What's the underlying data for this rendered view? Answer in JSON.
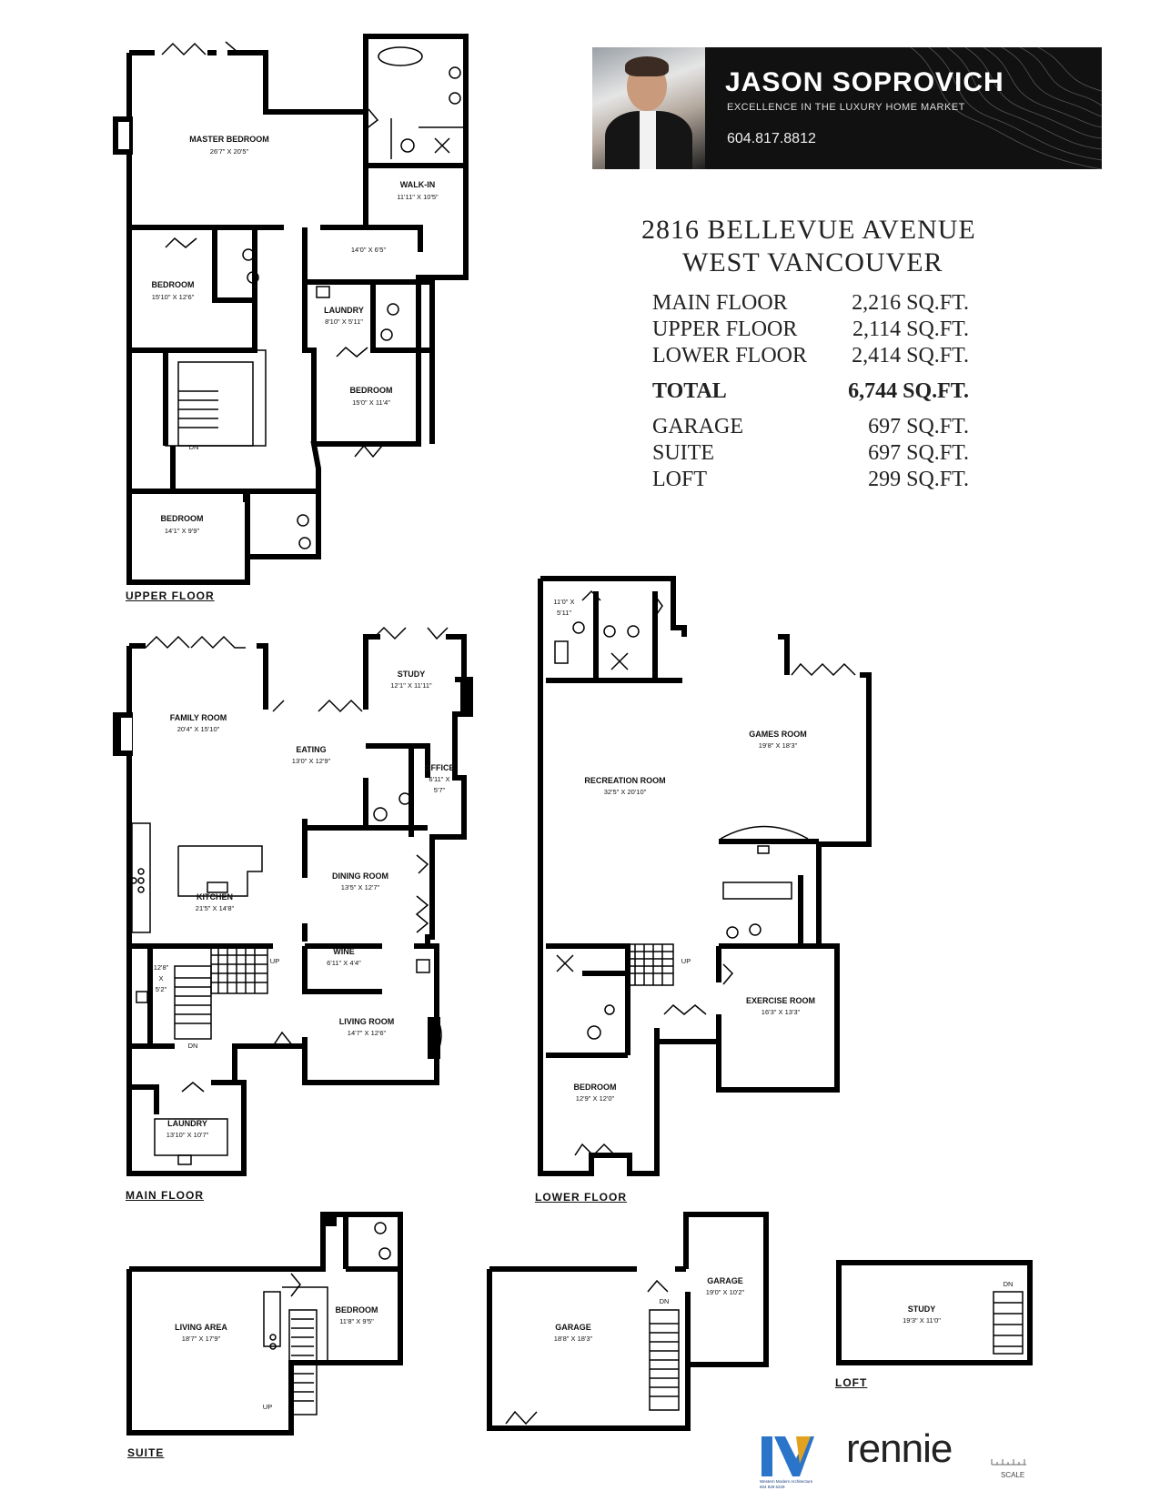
{
  "agent": {
    "name": "JASON SOPROVICH",
    "tagline": "EXCELLENCE IN THE LUXURY HOME MARKET",
    "phone": "604.817.8812"
  },
  "address": {
    "line1": "2816 BELLEVUE AVENUE",
    "line2": "WEST VANCOUVER"
  },
  "areas": [
    {
      "name": "MAIN FLOOR",
      "value": "2,216 SQ.FT."
    },
    {
      "name": "UPPER FLOOR",
      "value": "2,114 SQ.FT."
    },
    {
      "name": "LOWER FLOOR",
      "value": "2,414 SQ.FT."
    },
    {
      "name": "TOTAL",
      "value": "6,744 SQ.FT."
    },
    {
      "name": "GARAGE",
      "value": "697 SQ.FT."
    },
    {
      "name": "SUITE",
      "value": "697 SQ.FT."
    },
    {
      "name": "LOFT",
      "value": "299 SQ.FT."
    }
  ],
  "floor_labels": {
    "upper": "UPPER FLOOR",
    "main": "MAIN FLOOR",
    "lower": "LOWER FLOOR",
    "suite": "SUITE",
    "loft": "LOFT"
  },
  "rooms": {
    "master_bedroom": {
      "name": "MASTER BEDROOM",
      "dim": "26'7\" X 20'5\""
    },
    "walk_in": {
      "name": "WALK-IN",
      "dim": "11'11\" X 10'5\""
    },
    "upper_hall_dim": "14'0\" X 6'5\"",
    "bedroom_upper_1": {
      "name": "BEDROOM",
      "dim": "15'10\" X 12'6\""
    },
    "laundry_upper": {
      "name": "LAUNDRY",
      "dim": "8'10\" X 5'11\""
    },
    "bedroom_upper_2": {
      "name": "BEDROOM",
      "dim": "15'0\" X 11'4\""
    },
    "bedroom_upper_3": {
      "name": "BEDROOM",
      "dim": "14'1\" X 9'9\""
    },
    "family_room": {
      "name": "FAMILY ROOM",
      "dim": "20'4\" X 15'10\""
    },
    "study_main": {
      "name": "STUDY",
      "dim": "12'1\" X 11'11\""
    },
    "eating": {
      "name": "EATING",
      "dim": "13'0\" X 12'9\""
    },
    "office": {
      "name": "OFFICE",
      "dim1": "6'11\" X",
      "dim2": "5'7\""
    },
    "kitchen": {
      "name": "KITCHEN",
      "dim": "21'5\" X 14'8\""
    },
    "dining_room": {
      "name": "DINING ROOM",
      "dim": "13'5\" X 12'7\""
    },
    "wine": {
      "name": "WINE",
      "dim": "6'11\" X 4'4\""
    },
    "pantry": {
      "dim1": "12'8\"",
      "dim2": "X",
      "dim3": "5'2\""
    },
    "living_room": {
      "name": "LIVING ROOM",
      "dim": "14'7\" X 12'6\""
    },
    "laundry_main": {
      "name": "LAUNDRY",
      "dim": "13'10\" X 10'7\""
    },
    "lower_bath": {
      "dim1": "11'0\" X",
      "dim2": "5'11\""
    },
    "games_room": {
      "name": "GAMES ROOM",
      "dim": "19'8\" X 18'3\""
    },
    "recreation_room": {
      "name": "RECREATION ROOM",
      "dim": "32'5\" X 20'10\""
    },
    "exercise_room": {
      "name": "EXERCISE ROOM",
      "dim": "16'3\" X 13'3\""
    },
    "bedroom_lower": {
      "name": "BEDROOM",
      "dim": "12'9\" X 12'0\""
    },
    "living_area": {
      "name": "LIVING AREA",
      "dim": "18'7\" X 17'9\""
    },
    "bedroom_suite": {
      "name": "BEDROOM",
      "dim": "11'8\" X 9'5\""
    },
    "garage_1": {
      "name": "GARAGE",
      "dim": "18'8\" X 18'3\""
    },
    "garage_2": {
      "name": "GARAGE",
      "dim": "19'0\" X 10'2\""
    },
    "study_loft": {
      "name": "STUDY",
      "dim": "19'3\" X 11'0\""
    }
  },
  "stair_labels": {
    "dn": "DN",
    "up": "UP"
  },
  "logos": {
    "rennie": "rennie",
    "scale": "SCALE",
    "mls_line1": "Western Modern Architecture",
    "mls_line2": "604 828 6229"
  }
}
